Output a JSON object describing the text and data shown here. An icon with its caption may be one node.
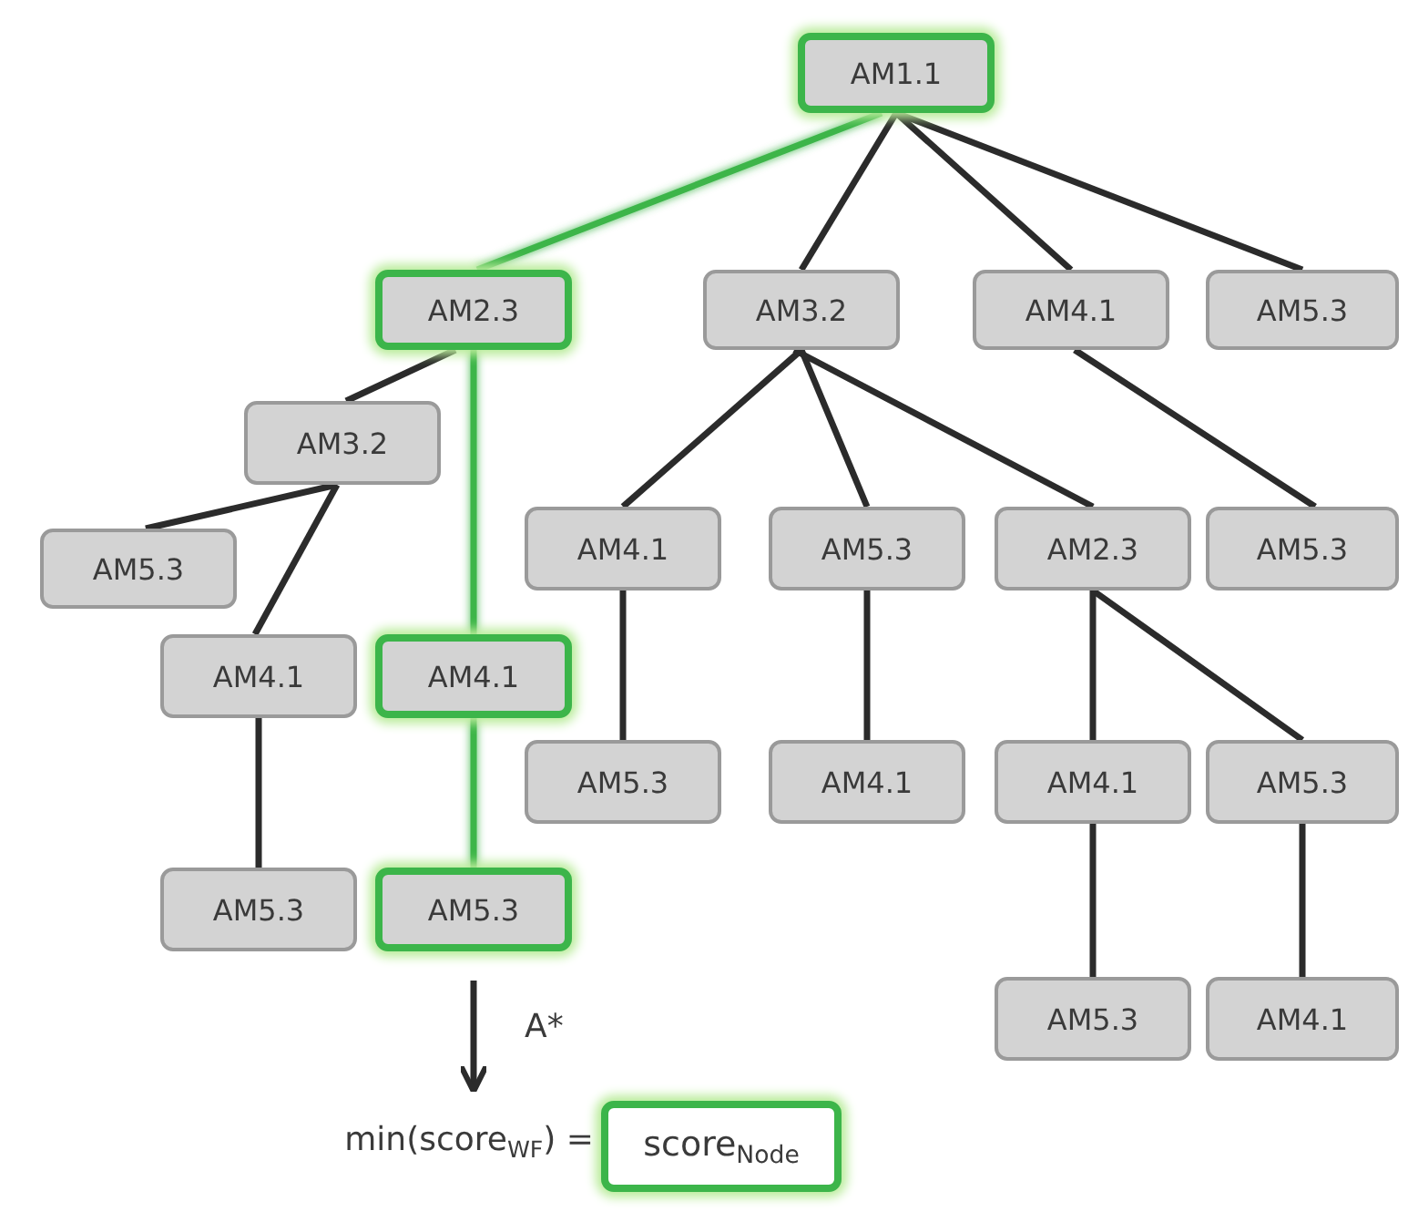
{
  "diagram": {
    "nodes": [
      {
        "text": [
          "AM1.1"
        ]
      },
      {
        "text": [
          "AM2.3"
        ]
      },
      {
        "text": [
          "AM3.2"
        ]
      },
      {
        "text": [
          "AM4.1"
        ]
      },
      {
        "text": [
          "AM5.3"
        ]
      },
      {
        "text": [
          "AM3.2"
        ]
      },
      {
        "text": [
          "AM5.3"
        ]
      },
      {
        "text": [
          "AM4.1"
        ]
      },
      {
        "text": [
          "AM4.1"
        ]
      },
      {
        "text": [
          "AM5.3"
        ]
      },
      {
        "text": [
          "AM5.3"
        ]
      },
      {
        "text": [
          "AM4.1"
        ]
      },
      {
        "text": [
          "AM5.3"
        ]
      },
      {
        "text": [
          "AM2.3"
        ]
      },
      {
        "text": [
          "AM5.3"
        ]
      },
      {
        "text": [
          "AM5.3"
        ]
      },
      {
        "text": [
          "AM4.1"
        ]
      },
      {
        "text": [
          "AM4.1"
        ]
      },
      {
        "text": [
          "AM5.3"
        ]
      },
      {
        "text": [
          "AM5.3"
        ]
      },
      {
        "text": [
          "AM4.1"
        ]
      },
      {
        "text": [
          "score$_{Node}$"
        ],
        "beside": [
          "min(score$_{WF}$) ="
        ]
      }
    ],
    "edges": [
      {
        "from": 0,
        "to": 1,
        "arrow": "none",
        "color": "#3cb54a"
      },
      {
        "from": 0,
        "to": 2,
        "arrow": "none"
      },
      {
        "from": 0,
        "to": 3,
        "arrow": "none"
      },
      {
        "from": 0,
        "to": 4,
        "arrow": "none"
      },
      {
        "from": 1,
        "to": 5,
        "arrow": "none"
      },
      {
        "from": 1,
        "to": 8,
        "arrow": "none",
        "color": "#3cb54a"
      },
      {
        "from": 5,
        "to": 6,
        "arrow": "none"
      },
      {
        "from": 5,
        "to": 7,
        "arrow": "none"
      },
      {
        "from": 7,
        "to": 9,
        "arrow": "none"
      },
      {
        "from": 8,
        "to": 10,
        "arrow": "none",
        "color": "#3cb54a"
      },
      {
        "from": 2,
        "to": 11,
        "arrow": "none"
      },
      {
        "from": 2,
        "to": 12,
        "arrow": "none"
      },
      {
        "from": 2,
        "to": 13,
        "arrow": "none"
      },
      {
        "from": 3,
        "to": 14,
        "arrow": "none"
      },
      {
        "from": 11,
        "to": 15,
        "arrow": "none"
      },
      {
        "from": 12,
        "to": 16,
        "arrow": "none"
      },
      {
        "from": 13,
        "to": 17,
        "arrow": "none"
      },
      {
        "from": 13,
        "to": 18,
        "arrow": "none"
      },
      {
        "from": 17,
        "to": 19,
        "arrow": "none"
      },
      {
        "from": 18,
        "to": 20,
        "arrow": "none"
      },
      {
        "from": 10,
        "to": 21,
        "arrow": "to",
        "label": "A*"
      }
    ]
  }
}
